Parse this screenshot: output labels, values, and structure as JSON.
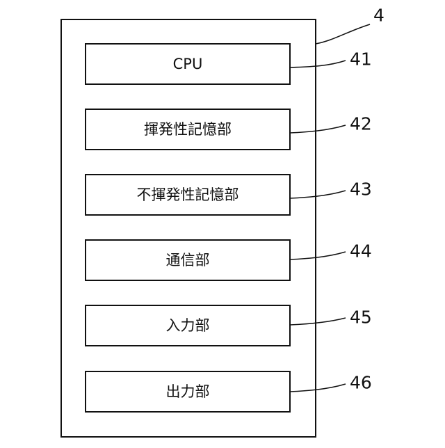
{
  "diagram": {
    "device_ref": "4",
    "blocks": [
      {
        "label": "CPU",
        "ref": "41"
      },
      {
        "label": "揮発性記憶部",
        "ref": "42"
      },
      {
        "label": "不揮発性記憶部",
        "ref": "43"
      },
      {
        "label": "通信部",
        "ref": "44"
      },
      {
        "label": "入力部",
        "ref": "45"
      },
      {
        "label": "出力部",
        "ref": "46"
      }
    ]
  }
}
